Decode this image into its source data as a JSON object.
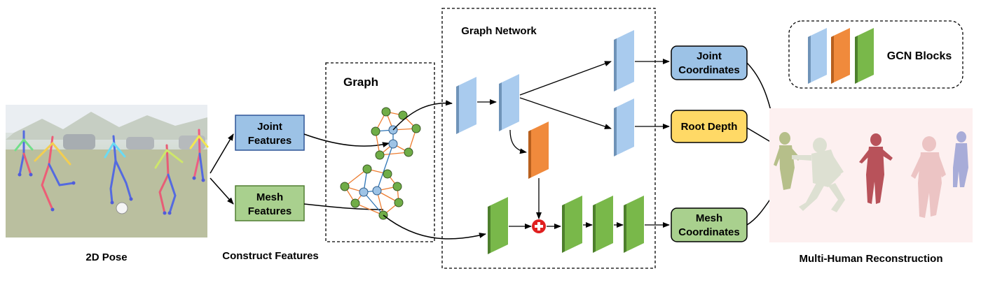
{
  "labels": {
    "pose_caption": "2D Pose",
    "construct_caption": "Construct Features",
    "graph_title": "Graph",
    "graph_network_title": "Graph Network",
    "legend_label": "GCN Blocks",
    "reconstruction_caption": "Multi-Human Reconstruction"
  },
  "boxes": {
    "joint_features": [
      "Joint",
      "Features"
    ],
    "mesh_features": [
      "Mesh",
      "Features"
    ],
    "joint_coordinates": [
      "Joint",
      "Coordinates"
    ],
    "root_depth": "Root Depth",
    "mesh_coordinates": [
      "Mesh",
      "Coordinates"
    ]
  },
  "colors": {
    "blue_block": "#a9cbee",
    "orange_block": "#f08a3c",
    "green_block": "#79b84a",
    "joint_box": "#9cc2e6",
    "mesh_box": "#a9d08e",
    "root_box": "#ffd966",
    "graph_node_green": "#70ad47",
    "graph_node_blue": "#9dc3e6",
    "edge_orange": "#ed7d31",
    "edge_teal": "#2e75b6",
    "plus_red": "#e02020"
  }
}
